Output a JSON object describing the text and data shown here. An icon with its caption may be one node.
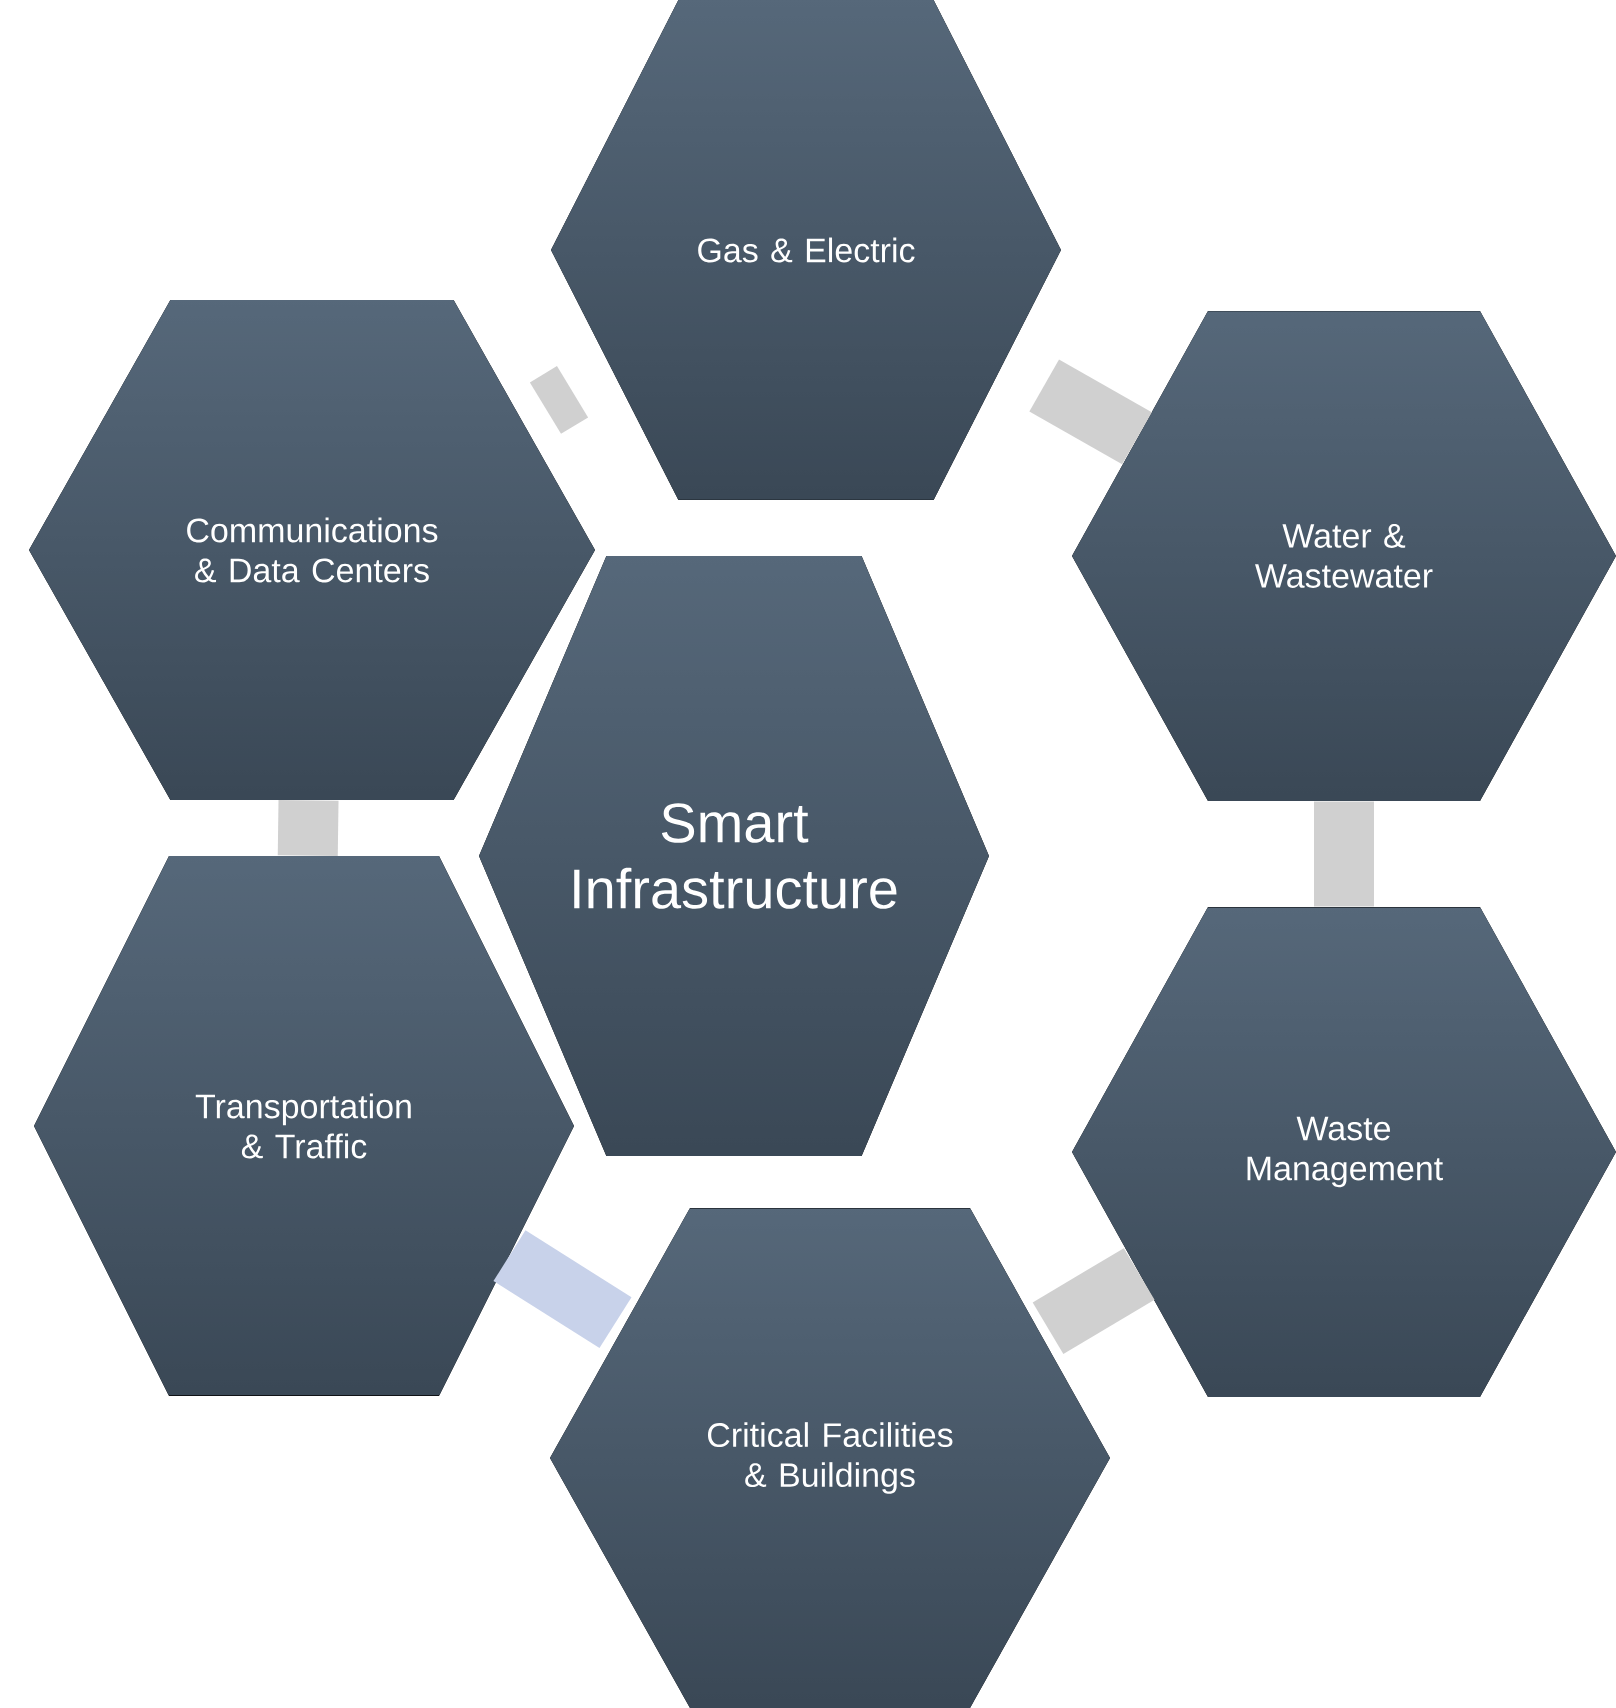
{
  "diagram": {
    "nodes": [
      {
        "text": [
          "Smart Infrastructure"
        ]
      },
      {
        "text": [
          "Gas & Electric"
        ]
      },
      {
        "text": [
          "Water & Wastewater"
        ]
      },
      {
        "text": [
          "Waste Management"
        ]
      },
      {
        "text": [
          "Critical Facilities & Buildings"
        ]
      },
      {
        "text": [
          "Transportation & Traffic"
        ]
      },
      {
        "text": [
          "Communications & Data Centers"
        ]
      }
    ],
    "edges": [
      {
        "from": 1,
        "to": 2,
        "arrow": "none"
      },
      {
        "from": 2,
        "to": 3,
        "arrow": "none"
      },
      {
        "from": 3,
        "to": 4,
        "arrow": "none"
      },
      {
        "from": 4,
        "to": 5,
        "arrow": "none",
        "color": "#c8d2ea"
      },
      {
        "from": 5,
        "to": 6,
        "arrow": "none"
      },
      {
        "from": 6,
        "to": 1,
        "arrow": "none"
      }
    ]
  }
}
